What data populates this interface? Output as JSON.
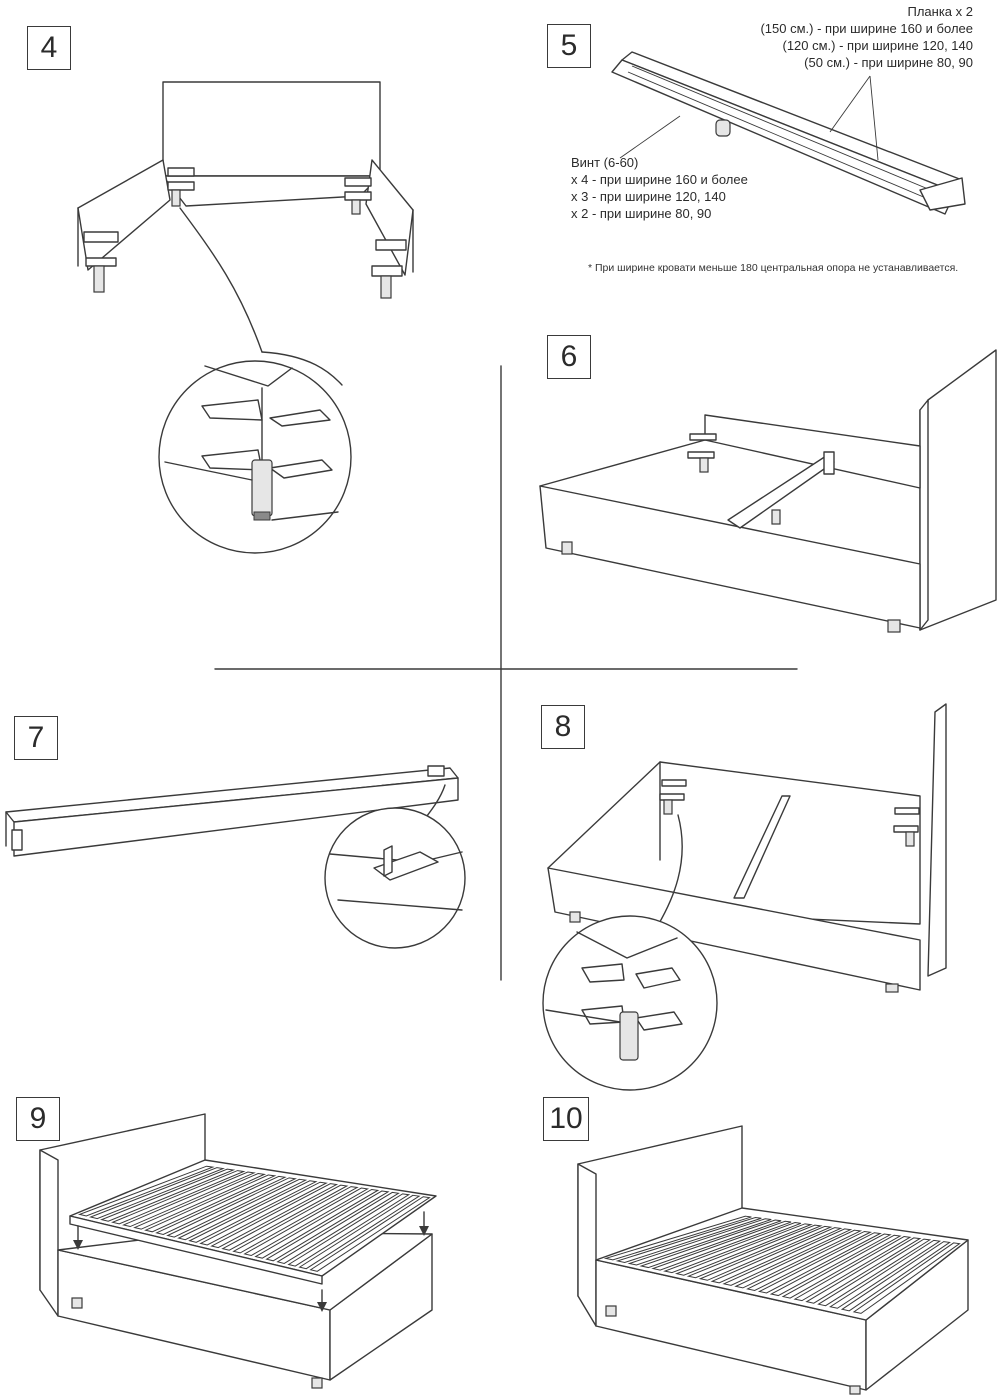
{
  "steps": [
    "4",
    "5",
    "6",
    "7",
    "8",
    "9",
    "10"
  ],
  "step5": {
    "plank": {
      "title": "Планка x 2",
      "lines": [
        "(150 см.) - при ширине 160 и более",
        "(120 см.) - при ширине 120, 140",
        "(50 см.) - при ширине 80, 90"
      ]
    },
    "screw": {
      "title": "Винт (6-60)",
      "lines": [
        "x 4 - при ширине 160 и более",
        "x 3 - при ширине 120, 140",
        "x 2 - при ширине 80, 90"
      ]
    },
    "footnote": "* При ширине кровати меньше 180 центральная опора не устанавливается."
  },
  "colors": {
    "line": "#3a3a3a",
    "background": "#ffffff"
  },
  "icons": [
    "arrow-down-icon"
  ]
}
